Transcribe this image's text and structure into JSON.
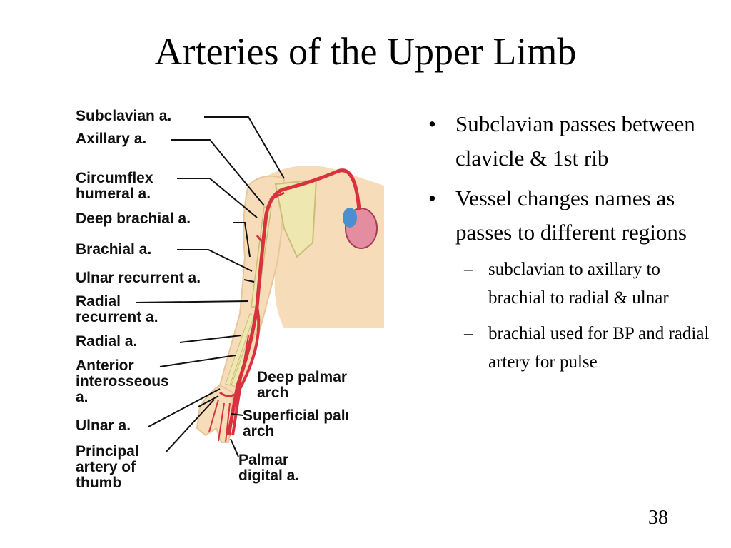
{
  "slide": {
    "title": "Arteries of the Upper Limb",
    "page_number": "38"
  },
  "bullets": [
    {
      "level": 1,
      "text": "Subclavian passes between clavicle & 1st rib"
    },
    {
      "level": 1,
      "text": "Vessel changes names as passes to different regions"
    },
    {
      "level": 2,
      "text": "subclavian to axillary to brachial to radial & ulnar"
    },
    {
      "level": 2,
      "text": "brachial used for BP and radial artery for pulse"
    }
  ],
  "figure": {
    "labels": {
      "subclavian": "Subclavian a.",
      "axillary": "Axillary a.",
      "circumflex_humeral": "Circumflex\nhumeral a.",
      "deep_brachial": "Deep brachial a.",
      "brachial": "Brachial a.",
      "ulnar_recurrent": "Ulnar recurrent a.",
      "radial_recurrent": "Radial\nrecurrent a.",
      "radial": "Radial a.",
      "anterior_interosseous": "Anterior\ninterosseous\na.",
      "ulnar": "Ulnar a.",
      "principal_artery_thumb": "Principal\nartery of\nthumb",
      "deep_palmar_arch": "Deep palmar\narch",
      "superficial_palmar_arch": "Superficial palı\narch",
      "palmar_digital": "Palmar\ndigital a."
    },
    "colors": {
      "skin": "#f6dcb8",
      "skin_shadow": "#e9c59a",
      "artery": "#d8323f",
      "bone": "#efe7b0",
      "heart_blue": "#4a8fd0"
    }
  }
}
